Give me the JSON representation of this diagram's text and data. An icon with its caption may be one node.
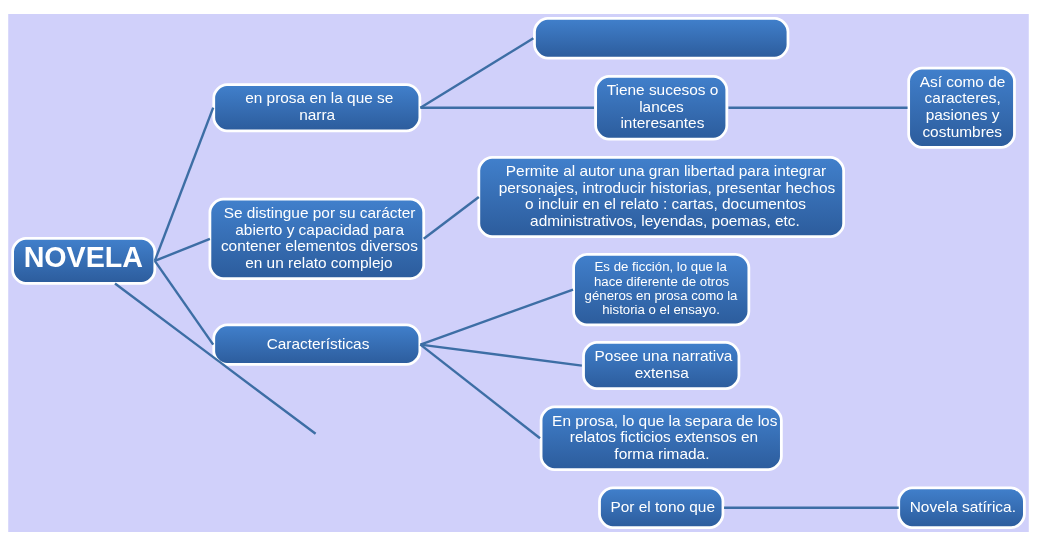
{
  "diagram": {
    "nodes": [
      {
        "text": [
          "NOVELA"
        ]
      },
      {
        "text": [
          "en prosa en la que se narra"
        ]
      },
      {
        "text": [],
        "shape": "box"
      },
      {
        "text": [
          "Tiene sucesos o lances interesantes"
        ]
      },
      {
        "text": [
          "Así como de caracteres, pasiones y costumbres"
        ]
      },
      {
        "text": [
          "Se distingue por su carácter abierto y capacidad para contener elementos diversos en un relato complejo"
        ]
      },
      {
        "text": [
          "Permite al autor una gran libertad para integrar personajes, introducir historias, presentar hechos o incluir en el relato : cartas, documentos administrativos, leyendas, poemas, etc."
        ]
      },
      {
        "text": [
          "Características"
        ]
      },
      {
        "text": [
          "Es de ficción, lo que la hace diferente de otros géneros en prosa como la historia o el ensayo."
        ]
      },
      {
        "text": [
          "Posee una narrativa extensa"
        ]
      },
      {
        "text": [
          "En prosa, lo que la separa de los relatos ficticios extensos en forma rimada."
        ]
      },
      {
        "text": [
          "Por el tono que"
        ]
      },
      {
        "text": [
          "Novela satírica."
        ]
      }
    ],
    "edges": [
      {
        "from": 0,
        "to": 1,
        "arrow": "none"
      },
      {
        "from": 1,
        "to": 2,
        "arrow": "none"
      },
      {
        "from": 1,
        "to": 3,
        "arrow": "none"
      },
      {
        "from": 3,
        "to": 4,
        "arrow": "none"
      },
      {
        "from": 0,
        "to": 5,
        "arrow": "none"
      },
      {
        "from": 5,
        "to": 6,
        "arrow": "none"
      },
      {
        "from": 0,
        "to": 7,
        "arrow": "none"
      },
      {
        "from": 7,
        "to": 8,
        "arrow": "none"
      },
      {
        "from": 7,
        "to": 9,
        "arrow": "none"
      },
      {
        "from": 7,
        "to": 10,
        "arrow": "none"
      },
      {
        "from": 0,
        "to": null,
        "arrow": "none"
      },
      {
        "from": 11,
        "to": 12,
        "arrow": "none"
      }
    ]
  }
}
